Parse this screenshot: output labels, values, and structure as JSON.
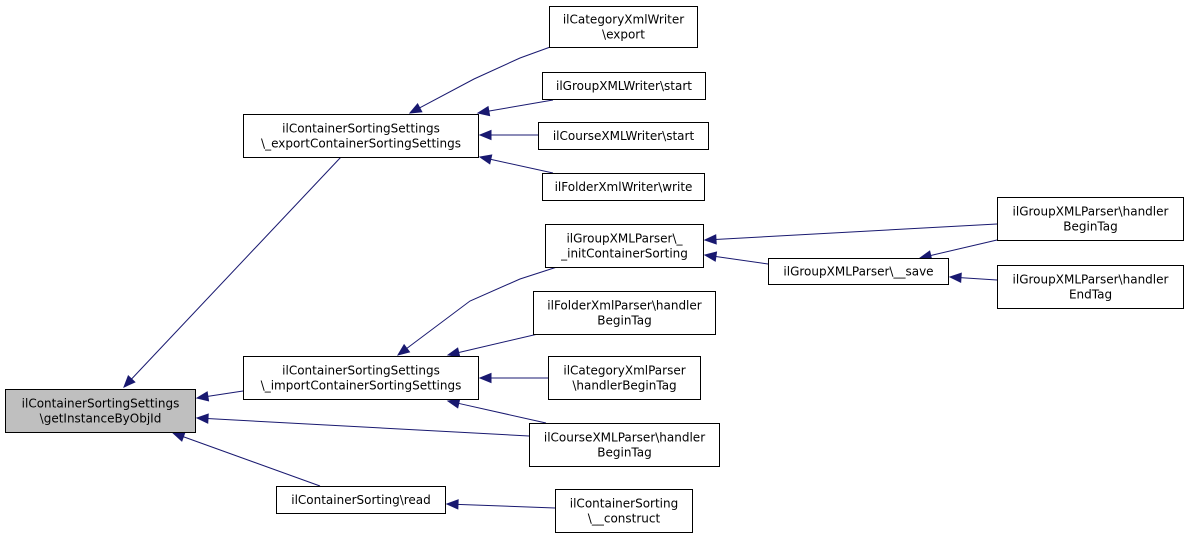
{
  "diagram": {
    "type": "call-graph",
    "colors": {
      "edge": "#191970",
      "node_border": "#000000",
      "node_fill": "#ffffff",
      "root_fill": "#bfbfbf"
    },
    "nodes": [
      {
        "id": "root",
        "lines": [
          "ilContainerSortingSettings",
          "\\getInstanceByObjId"
        ],
        "root": true
      },
      {
        "id": "export",
        "lines": [
          "ilContainerSortingSettings",
          "\\_exportContainerSortingSettings"
        ]
      },
      {
        "id": "import",
        "lines": [
          "ilContainerSortingSettings",
          "\\_importContainerSortingSettings"
        ]
      },
      {
        "id": "read",
        "lines": [
          "ilContainerSorting\\read"
        ]
      },
      {
        "id": "catWriterExport",
        "lines": [
          "ilCategoryXmlWriter",
          "\\export"
        ]
      },
      {
        "id": "groupWriterStart",
        "lines": [
          "ilGroupXMLWriter\\start"
        ]
      },
      {
        "id": "courseWriterStart",
        "lines": [
          "ilCourseXMLWriter\\start"
        ]
      },
      {
        "id": "folderWriterWrite",
        "lines": [
          "ilFolderXmlWriter\\write"
        ]
      },
      {
        "id": "groupParserInit",
        "lines": [
          "ilGroupXMLParser\\_",
          "_initContainerSorting"
        ]
      },
      {
        "id": "folderParserBegin",
        "lines": [
          "ilFolderXmlParser\\handler",
          "BeginTag"
        ]
      },
      {
        "id": "catParserBegin",
        "lines": [
          "ilCategoryXmlParser",
          "\\handlerBeginTag"
        ]
      },
      {
        "id": "courseParserBegin",
        "lines": [
          "ilCourseXMLParser\\handler",
          "BeginTag"
        ]
      },
      {
        "id": "sortingConstruct",
        "lines": [
          "ilContainerSorting",
          "\\__construct"
        ]
      },
      {
        "id": "groupParserSave",
        "lines": [
          "ilGroupXMLParser\\__save"
        ]
      },
      {
        "id": "groupParserBegin",
        "lines": [
          "ilGroupXMLParser\\handler",
          "BeginTag"
        ]
      },
      {
        "id": "groupParserEnd",
        "lines": [
          "ilGroupXMLParser\\handler",
          "EndTag"
        ]
      }
    ],
    "edges": [
      {
        "from": "export",
        "to": "root"
      },
      {
        "from": "import",
        "to": "root"
      },
      {
        "from": "courseParserBegin",
        "to": "root"
      },
      {
        "from": "read",
        "to": "root"
      },
      {
        "from": "catWriterExport",
        "to": "export"
      },
      {
        "from": "groupWriterStart",
        "to": "export"
      },
      {
        "from": "courseWriterStart",
        "to": "export"
      },
      {
        "from": "folderWriterWrite",
        "to": "export"
      },
      {
        "from": "groupParserInit",
        "to": "import"
      },
      {
        "from": "folderParserBegin",
        "to": "import"
      },
      {
        "from": "catParserBegin",
        "to": "import"
      },
      {
        "from": "courseParserBegin",
        "to": "import"
      },
      {
        "from": "sortingConstruct",
        "to": "read"
      },
      {
        "from": "groupParserBegin",
        "to": "groupParserInit"
      },
      {
        "from": "groupParserSave",
        "to": "groupParserInit"
      },
      {
        "from": "groupParserBegin",
        "to": "groupParserSave"
      },
      {
        "from": "groupParserEnd",
        "to": "groupParserSave"
      }
    ]
  }
}
